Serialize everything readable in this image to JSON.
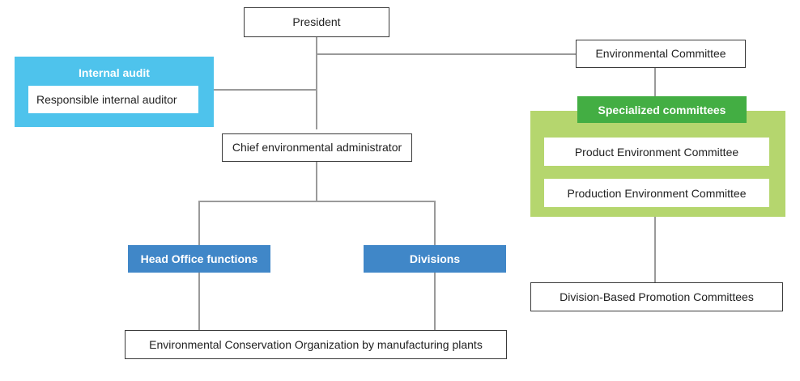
{
  "diagram": {
    "title": "Environmental Management Organization Chart",
    "colors": {
      "line": "#9a9a9a",
      "box_border": "#3a3a3a",
      "box_text": "#222222",
      "cyan": "#4EC3EC",
      "blue": "#4087C8",
      "dark_green": "#43AE43",
      "light_green": "#B5D66E",
      "white": "#ffffff"
    },
    "nodes": {
      "president": "President",
      "environmental_committee": "Environmental Committee",
      "internal_audit_title": "Internal audit",
      "responsible_internal_auditor": "Responsible internal auditor",
      "chief_environmental_administrator": "Chief environmental administrator",
      "specialized_committees_title": "Specialized committees",
      "product_environment_committee": "Product Environment Committee",
      "production_environment_committee": "Production Environment Committee",
      "head_office_functions": "Head Office functions",
      "divisions": "Divisions",
      "environmental_conservation_org": "Environmental Conservation Organization by manufacturing plants",
      "division_based_promotion_committees": "Division-Based Promotion Committees"
    }
  }
}
